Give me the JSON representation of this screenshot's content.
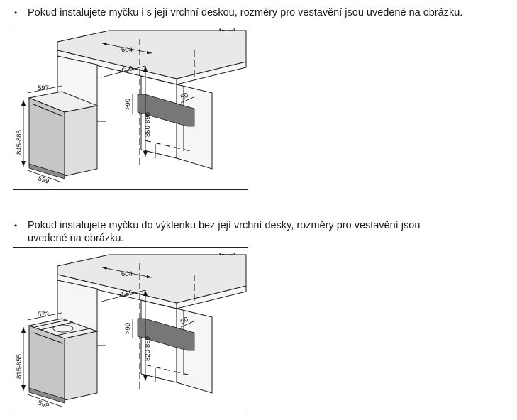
{
  "sections": [
    {
      "bullet": "•",
      "lines": [
        "Pokud instalujete myčku i s její vrchní deskou, rozměry pro vestavění jsou uvedené na obrázku."
      ],
      "figure": {
        "unit_label": "[mm]",
        "niche_width": "604",
        "niche_depth": ">600",
        "niche_height": "850-890",
        "rear_opening_height": ">90",
        "rear_opening_width": "50",
        "dishwasher_width": "597",
        "dishwasher_height": "845-885",
        "dishwasher_depth": "599",
        "has_worktop": true
      }
    },
    {
      "bullet": "•",
      "lines": [
        "Pokud instalujete myčku do výklenku bez její vrchní desky, rozměry pro vestavění jsou",
        "uvedené na obrázku."
      ],
      "figure": {
        "unit_label": "[mm]",
        "niche_width": "604",
        "niche_depth": ">585",
        "niche_height": "820-860",
        "rear_opening_height": ">90",
        "rear_opening_width": "50",
        "dishwasher_width": "573",
        "dishwasher_height": "815-855",
        "dishwasher_depth": "599",
        "has_worktop": false
      }
    }
  ]
}
